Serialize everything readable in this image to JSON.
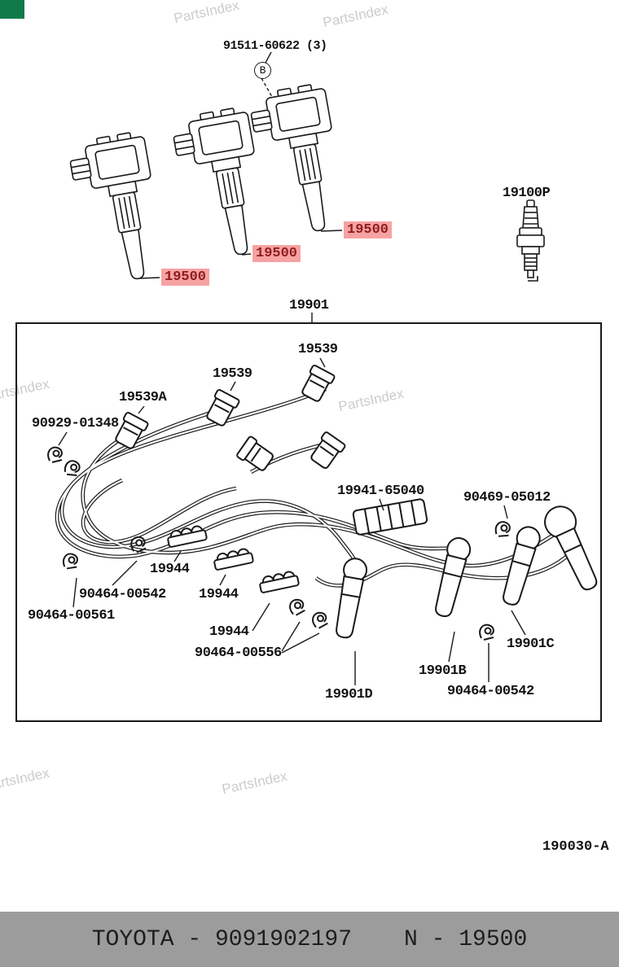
{
  "watermark": {
    "text": "PartsIndex"
  },
  "colors": {
    "highlight_bg": "#f7a2a2",
    "highlight_text": "#8f1d1d",
    "footer_bg": "#9c9c9c",
    "footer_text": "#1d1d1d",
    "corner_accent": "#117a4b",
    "watermark_color": "#cccccc",
    "line_color": "#1a1a1a"
  },
  "top_section": {
    "bolt_label": "91511-60622 (3)",
    "circle_marker": "B",
    "coil_labels": [
      "19500",
      "19500",
      "19500"
    ],
    "spark_plug_label": "19100P"
  },
  "wire_set": {
    "assembly_label": "19901",
    "cap_label_1": "19539",
    "cap_label_2": "19539",
    "cap_label_3": "19539A",
    "clip_label_1": "90929-01348",
    "separator_label": "19941-65040",
    "clip_label_2": "90469-05012",
    "clamp_label_1": "19944",
    "clamp_label_2": "19944",
    "clamp_label_3": "19944",
    "clip_label_3": "90464-00542",
    "clip_label_4": "90464-00561",
    "clip_label_5": "90464-00556",
    "boot_label_d": "19901D",
    "boot_label_b": "19901B",
    "clip_label_6": "90464-00542",
    "boot_label_c": "19901C"
  },
  "doc_ref": "190030-A",
  "footer": {
    "brand_part": "TOYOTA - 9091902197",
    "catalog_part": "N - 19500"
  }
}
